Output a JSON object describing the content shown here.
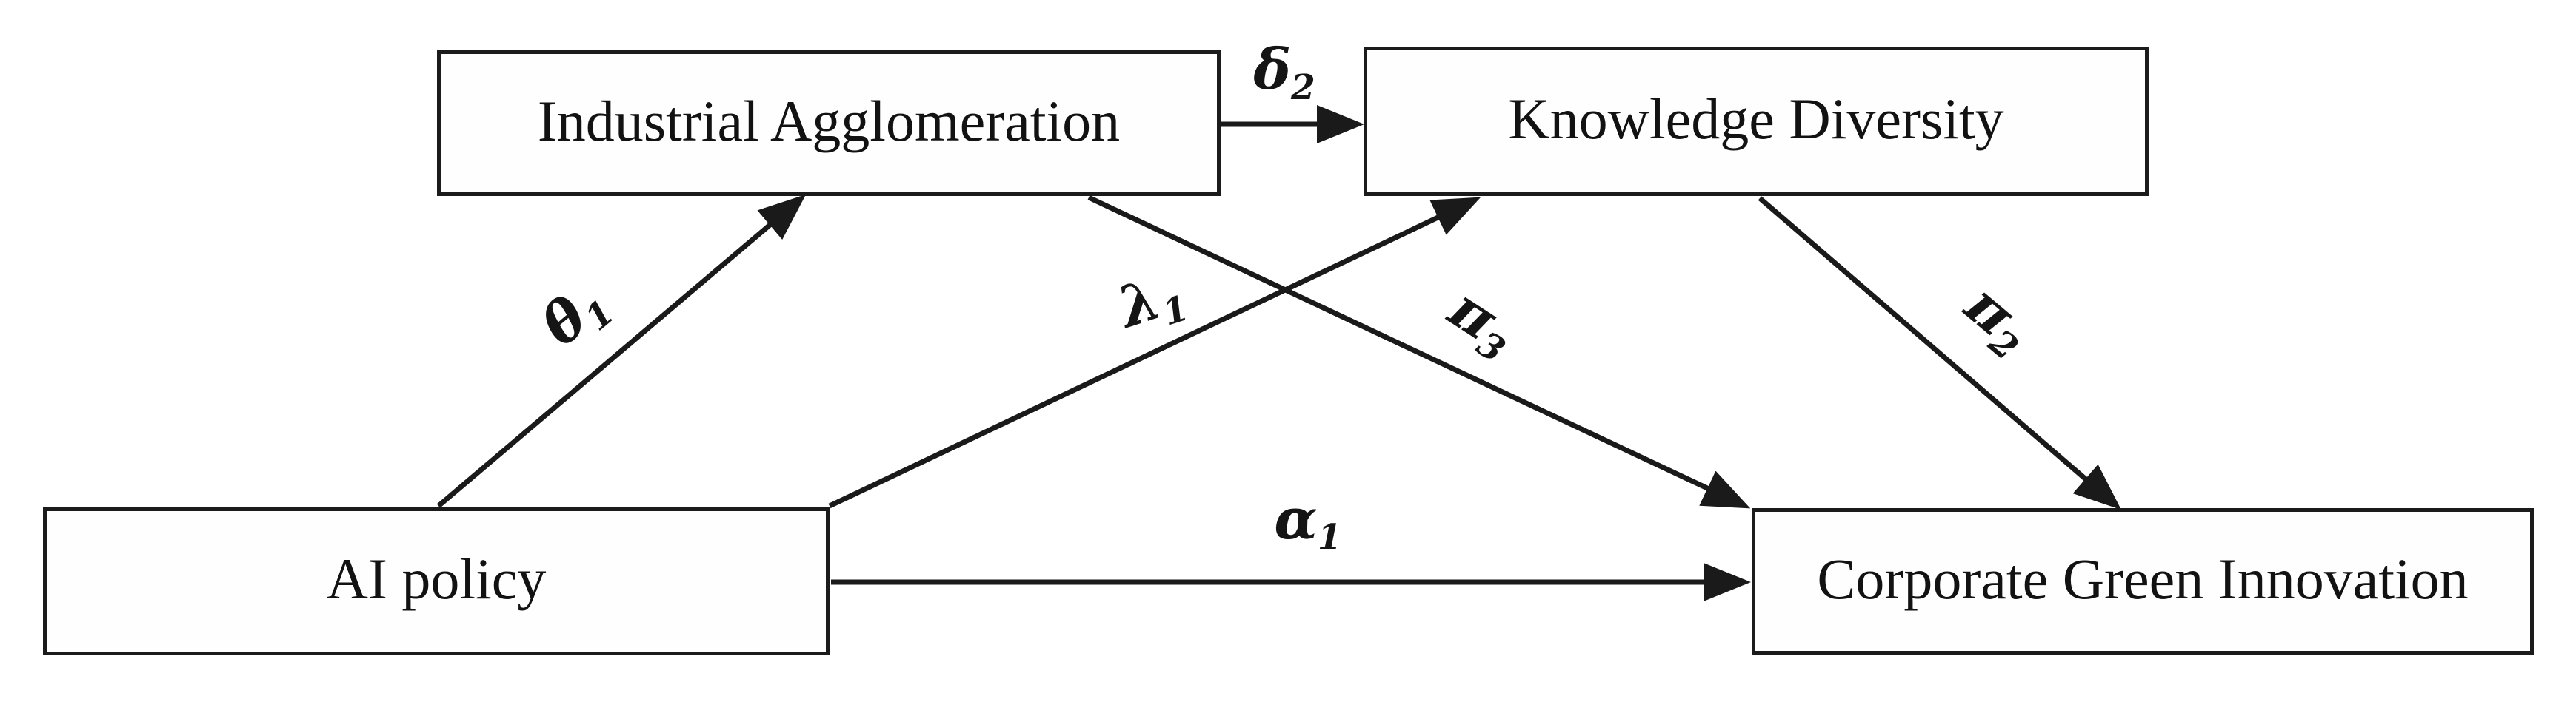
{
  "diagram": {
    "type": "path-diagram",
    "background_color": "#ffffff",
    "line_color": "#1a1a1a",
    "nodes": [
      {
        "id": "industrial-agglomeration",
        "label": "Industrial Agglomeration"
      },
      {
        "id": "knowledge-diversity",
        "label": "Knowledge Diversity"
      },
      {
        "id": "ai-policy",
        "label": "AI policy"
      },
      {
        "id": "corporate-green-innovation",
        "label": "Corporate Green Innovation"
      }
    ],
    "edges": [
      {
        "id": "theta1",
        "from": "AI policy",
        "to": "Industrial Agglomeration",
        "symbol": "θ",
        "sub": "1"
      },
      {
        "id": "delta2",
        "from": "Industrial Agglomeration",
        "to": "Knowledge Diversity",
        "symbol": "δ",
        "sub": "2"
      },
      {
        "id": "lambda1",
        "from": "AI policy",
        "to": "Knowledge Diversity",
        "symbol": "λ",
        "sub": "1"
      },
      {
        "id": "pi3",
        "from": "Industrial Agglomeration",
        "to": "Corporate Green Innovation",
        "symbol": "π",
        "sub": "3"
      },
      {
        "id": "pi2",
        "from": "Knowledge Diversity",
        "to": "Corporate Green Innovation",
        "symbol": "π",
        "sub": "2"
      },
      {
        "id": "alpha1",
        "from": "AI policy",
        "to": "Corporate Green Innovation",
        "symbol": "α",
        "sub": "1"
      }
    ]
  }
}
